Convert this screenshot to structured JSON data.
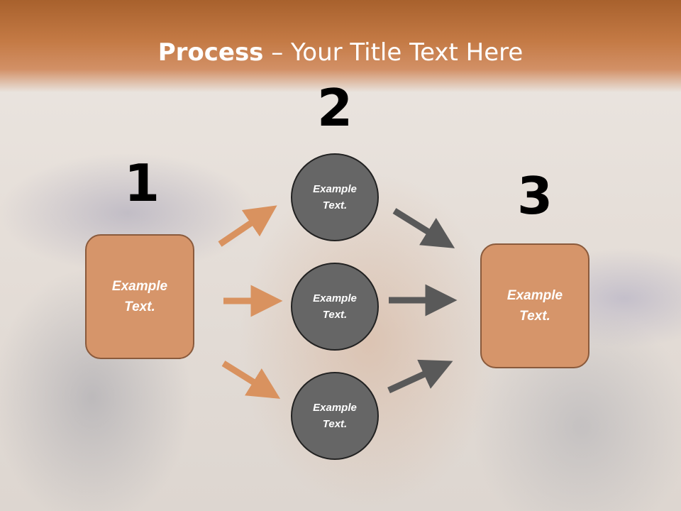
{
  "slide": {
    "title_bold": "Process",
    "title_rest": " – Your Title Text Here"
  },
  "steps": {
    "one": {
      "number": "1",
      "label": "Example Text."
    },
    "two": {
      "number": "2"
    },
    "three": {
      "number": "3",
      "label": "Example Text."
    }
  },
  "circles": [
    {
      "label": "Example Text."
    },
    {
      "label": "Example Text."
    },
    {
      "label": "Example Text."
    }
  ],
  "colors": {
    "title_band": "#c47a45",
    "box_fill": "#d6956a",
    "box_border": "#8a5a3c",
    "circle_fill": "#666666",
    "orange_arrow": "#d9925f",
    "dark_arrow": "#595959"
  }
}
